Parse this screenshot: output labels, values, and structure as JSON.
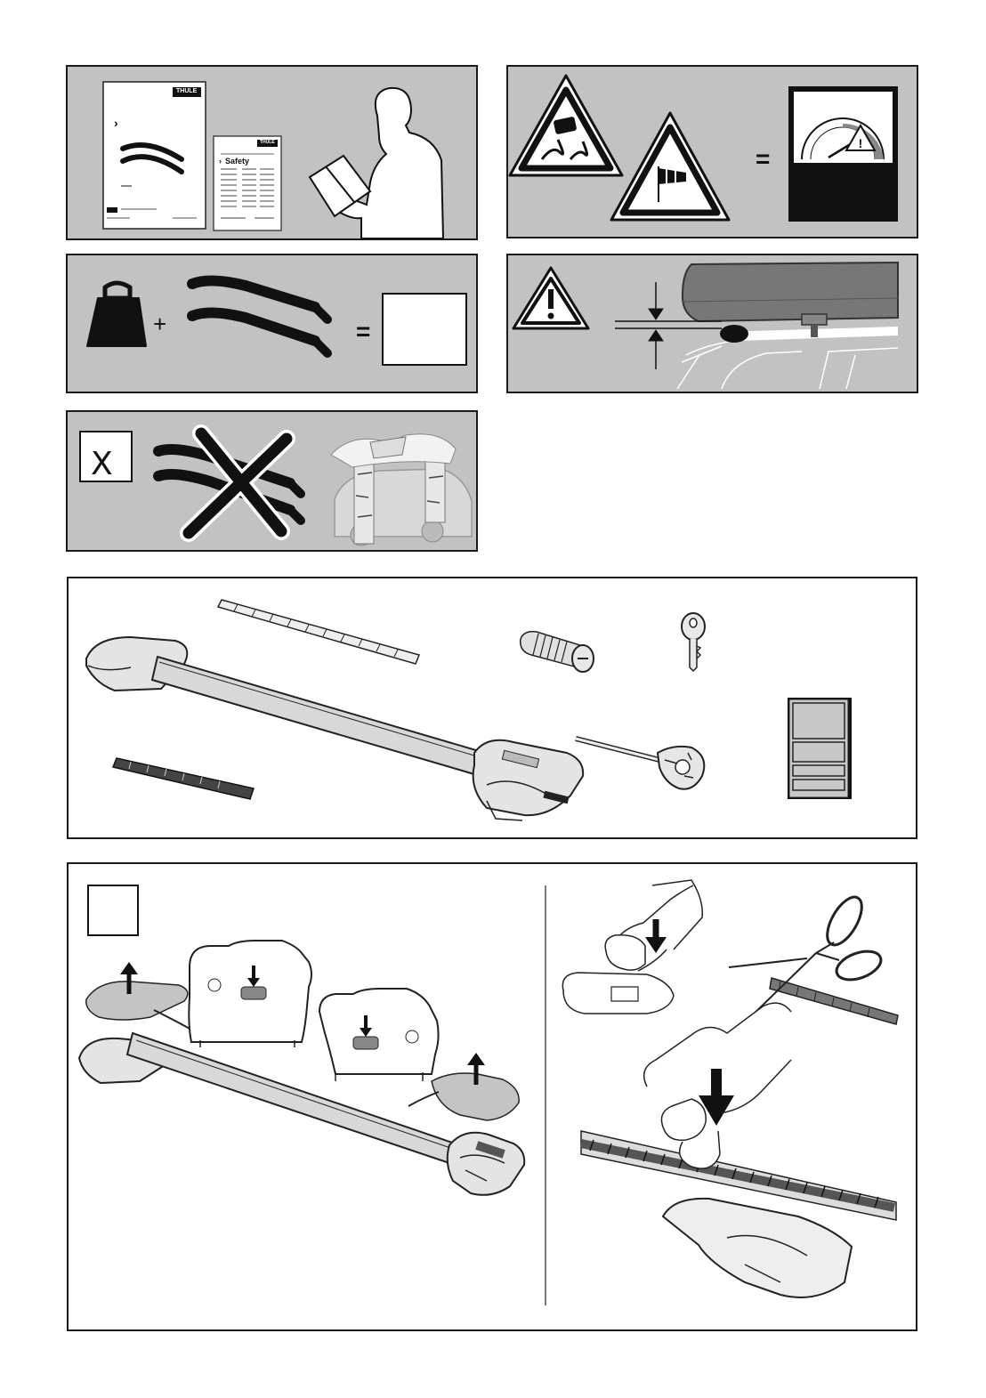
{
  "brand": {
    "logo_text": "THULE"
  },
  "panel_manual": {
    "manual_logo": "THULE",
    "manual_arrow": "›",
    "leaflet_logo": "THULE",
    "leaflet_heading_prefix": "›",
    "leaflet_heading": "Safety"
  },
  "panel_weight": {
    "plus_sign": "+",
    "equals_sign": "="
  },
  "panel_speed": {
    "equals_sign": "="
  },
  "panel_offroad": {
    "cross_mark": "X"
  },
  "parts": {
    "items": [
      "wingbar-foot",
      "rubber-strip",
      "lock-cylinder",
      "key",
      "allen-key",
      "strap",
      "instruction-booklet"
    ]
  },
  "step": {
    "number": ""
  },
  "colors": {
    "panel_gray": "#c2c2c2",
    "ink": "#111111",
    "white": "#ffffff"
  }
}
